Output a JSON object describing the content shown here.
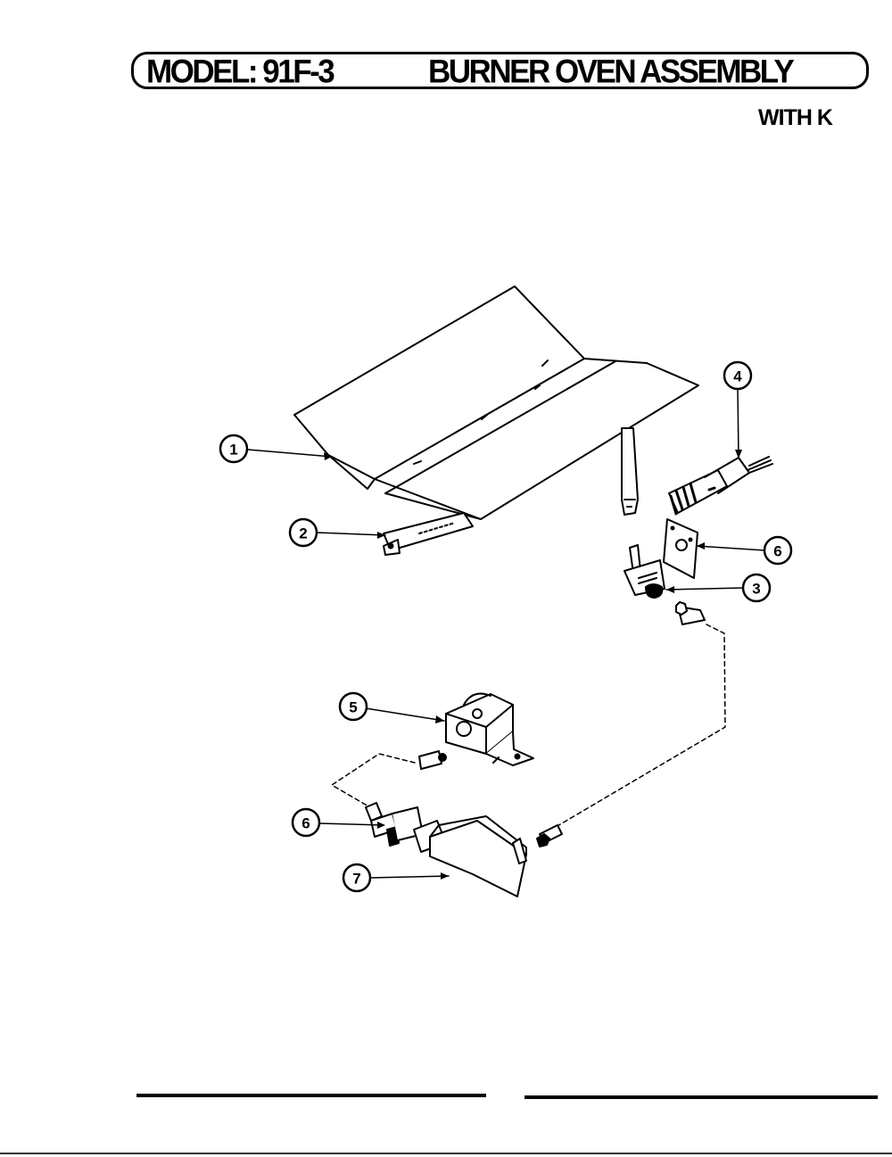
{
  "header": {
    "model": "MODEL: 91F-3",
    "title": "BURNER OVEN ASSEMBLY",
    "subtitle": "WITH K"
  },
  "callouts": [
    {
      "id": "callout-1",
      "label": "1"
    },
    {
      "id": "callout-2",
      "label": "2"
    },
    {
      "id": "callout-3",
      "label": "3"
    },
    {
      "id": "callout-4",
      "label": "4"
    },
    {
      "id": "callout-5",
      "label": "5"
    },
    {
      "id": "callout-6-upper",
      "label": "6"
    },
    {
      "id": "callout-6-lower",
      "label": "6"
    },
    {
      "id": "callout-7",
      "label": "7"
    }
  ]
}
